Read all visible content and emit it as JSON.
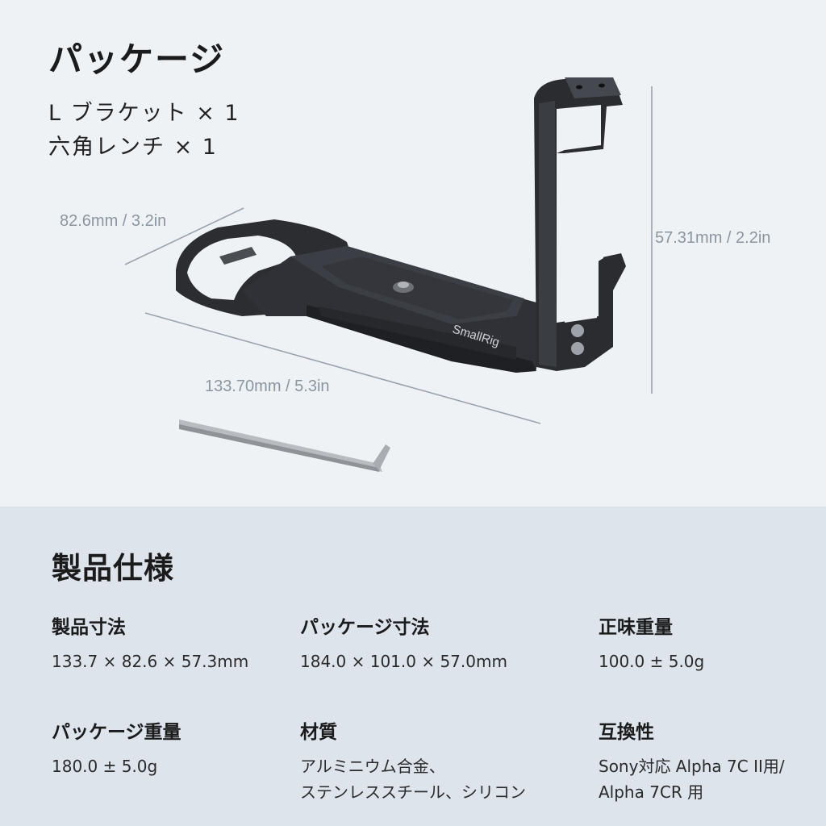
{
  "package": {
    "title": "パッケージ",
    "items": [
      "L ブラケット × 1",
      "六角レンチ × 1"
    ]
  },
  "dimensions": {
    "width": "82.6mm / 3.2in",
    "length": "133.70mm / 5.3in",
    "height": "57.31mm / 2.2in"
  },
  "product": {
    "brand": "SmallRig"
  },
  "specs": {
    "title": "製品仕様",
    "items": [
      {
        "label": "製品寸法",
        "value": "133.7 × 82.6 × 57.3mm"
      },
      {
        "label": "パッケージ寸法",
        "value": "184.0 × 101.0 × 57.0mm"
      },
      {
        "label": "正味重量",
        "value": "100.0 ± 5.0g"
      },
      {
        "label": "パッケージ重量",
        "value": "180.0 ± 5.0g"
      },
      {
        "label": "材質",
        "value": "アルミニウム合金、\nステンレススチール、シリコン"
      },
      {
        "label": "互換性",
        "value": "Sony対応 Alpha 7C II用/\nAlpha 7CR 用"
      }
    ]
  },
  "colors": {
    "background_top": "#eef2f5",
    "background_bottom": "#dde4ec",
    "metal": "#2a2c30",
    "dimension_line": "#9aa3ad"
  }
}
